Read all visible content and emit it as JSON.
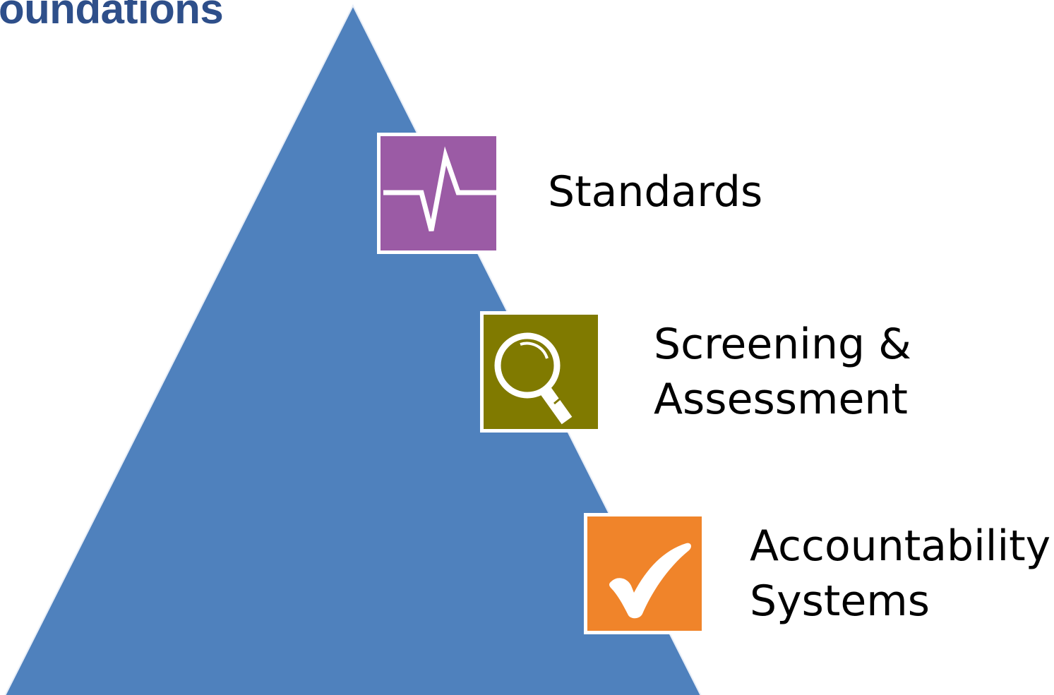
{
  "title": "oundations",
  "colors": {
    "title": "#2e4f8a",
    "pyramid": "#4f81bd",
    "standards_tile": "#9b5ba5",
    "screening_tile": "#807a00",
    "accountability_tile": "#f0842a"
  },
  "items": [
    {
      "label_lines": [
        "Standards"
      ],
      "icon": "heartbeat-icon"
    },
    {
      "label_lines": [
        "Screening &",
        "Assessment"
      ],
      "icon": "magnifier-icon"
    },
    {
      "label_lines": [
        "Accountability",
        "Systems"
      ],
      "icon": "checkmark-icon"
    }
  ]
}
